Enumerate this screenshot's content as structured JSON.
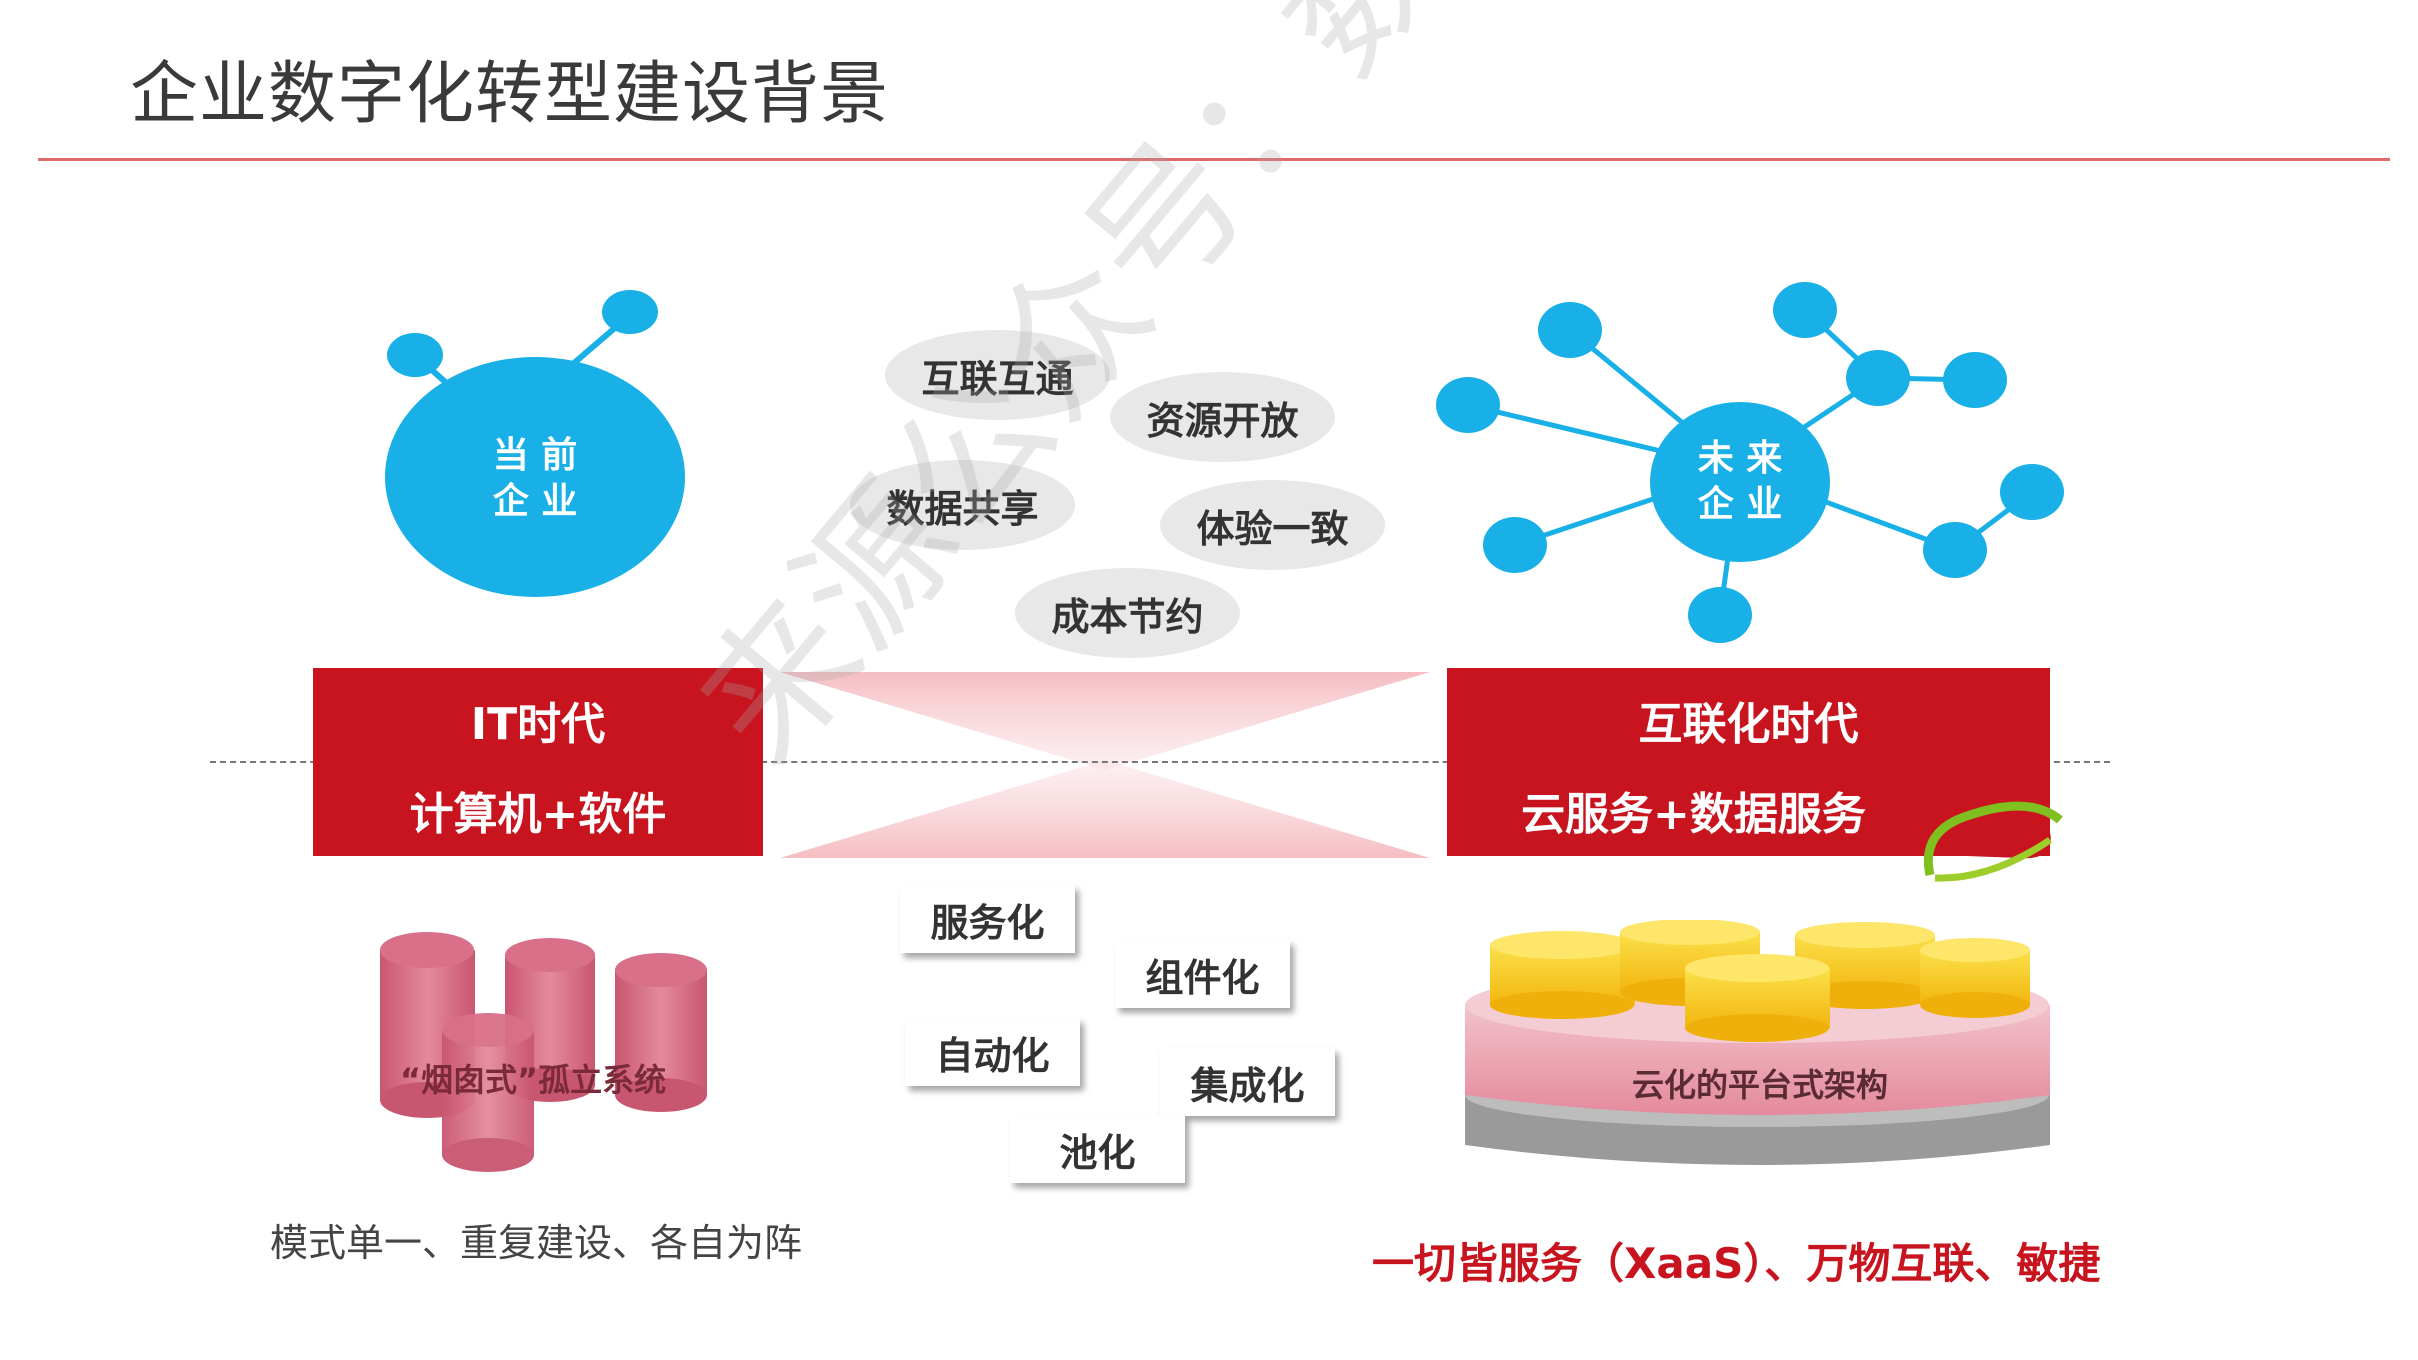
{
  "title": "企业数字化转型建设背景",
  "left": {
    "node_label_1": "当 前",
    "node_label_2": "企 业",
    "box_line1": "IT时代",
    "box_line2": "计算机+软件",
    "silo_label": "“烟囱式”孤立系统",
    "caption": "模式单一、重复建设、各自为阵"
  },
  "right": {
    "node_label_1": "未 来",
    "node_label_2": "企 业",
    "box_line1": "互联化时代",
    "box_line2": "云服务+数据服务",
    "platform_label": "云化的平台式架构",
    "slogan": "一切皆服务（XaaS）、万物互联、敏捷"
  },
  "bubbles": [
    "互联互通",
    "资源开放",
    "数据共享",
    "体验一致",
    "成本节约"
  ],
  "cards": [
    "服务化",
    "组件化",
    "自动化",
    "集成化",
    "池化"
  ],
  "watermark": "来源公众号：数字化动态",
  "colors": {
    "red": "#c8141e",
    "blue": "#18b0e6",
    "gold": "#f7c520",
    "pink": "#e48a9c"
  }
}
